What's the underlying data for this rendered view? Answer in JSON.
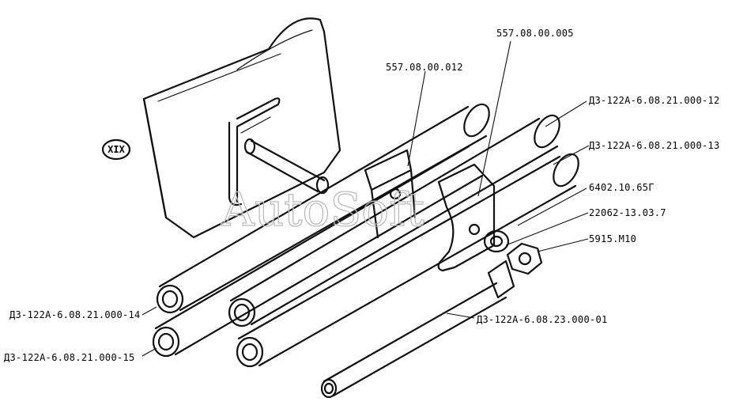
{
  "figure": {
    "view_label": "XIX",
    "watermark": "AutoSoft"
  },
  "callouts": {
    "ref_557_08_00_012": "557.08.00.012",
    "ref_557_08_00_005": "557.08.00.005",
    "ref_dz_21_000_12": "ДЗ-122А-6.08.21.000-12",
    "ref_dz_21_000_13": "ДЗ-122А-6.08.21.000-13",
    "ref_6402_10_65g": "6402.10.65Г",
    "ref_22062_13_03_7": "22062-13.03.7",
    "ref_5915_m10": "5915.М10",
    "ref_dz_23_000_01": "ДЗ-122А-6.08.23.000-01",
    "ref_dz_21_000_14": "ДЗ-122А-6.08.21.000-14",
    "ref_dz_21_000_15": "ДЗ-122А-6.08.21.000-15"
  }
}
